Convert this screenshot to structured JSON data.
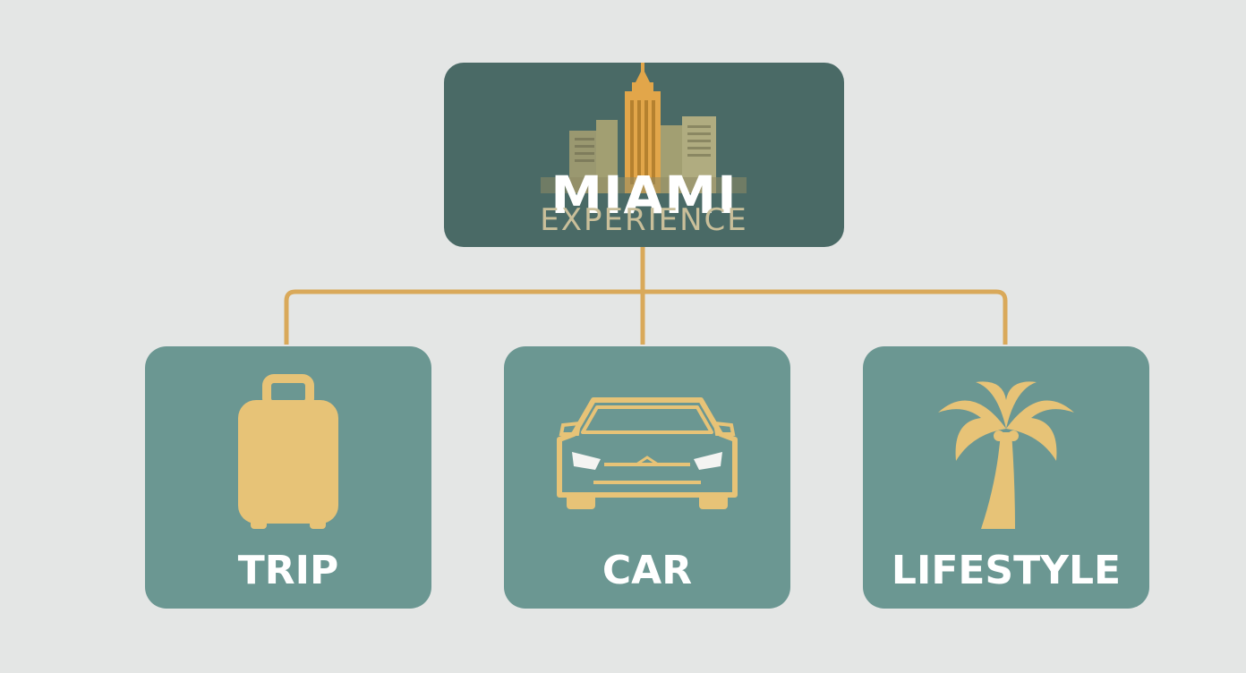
{
  "root": {
    "title": "MIAMI",
    "subtitle": "EXPERIENCE",
    "icon": "city-skyline-icon"
  },
  "children": [
    {
      "label": "TRIP",
      "icon": "suitcase-icon"
    },
    {
      "label": "CAR",
      "icon": "car-icon"
    },
    {
      "label": "LIFESTYLE",
      "icon": "palm-tree-icon"
    }
  ],
  "colors": {
    "background": "#e4e6e5",
    "root_box": "#4a6a66",
    "child_box": "#6b9792",
    "accent_gold": "#e7c377",
    "connector": "#d9a95a",
    "text_white": "#ffffff",
    "subtitle_text": "#c9bf9a"
  }
}
